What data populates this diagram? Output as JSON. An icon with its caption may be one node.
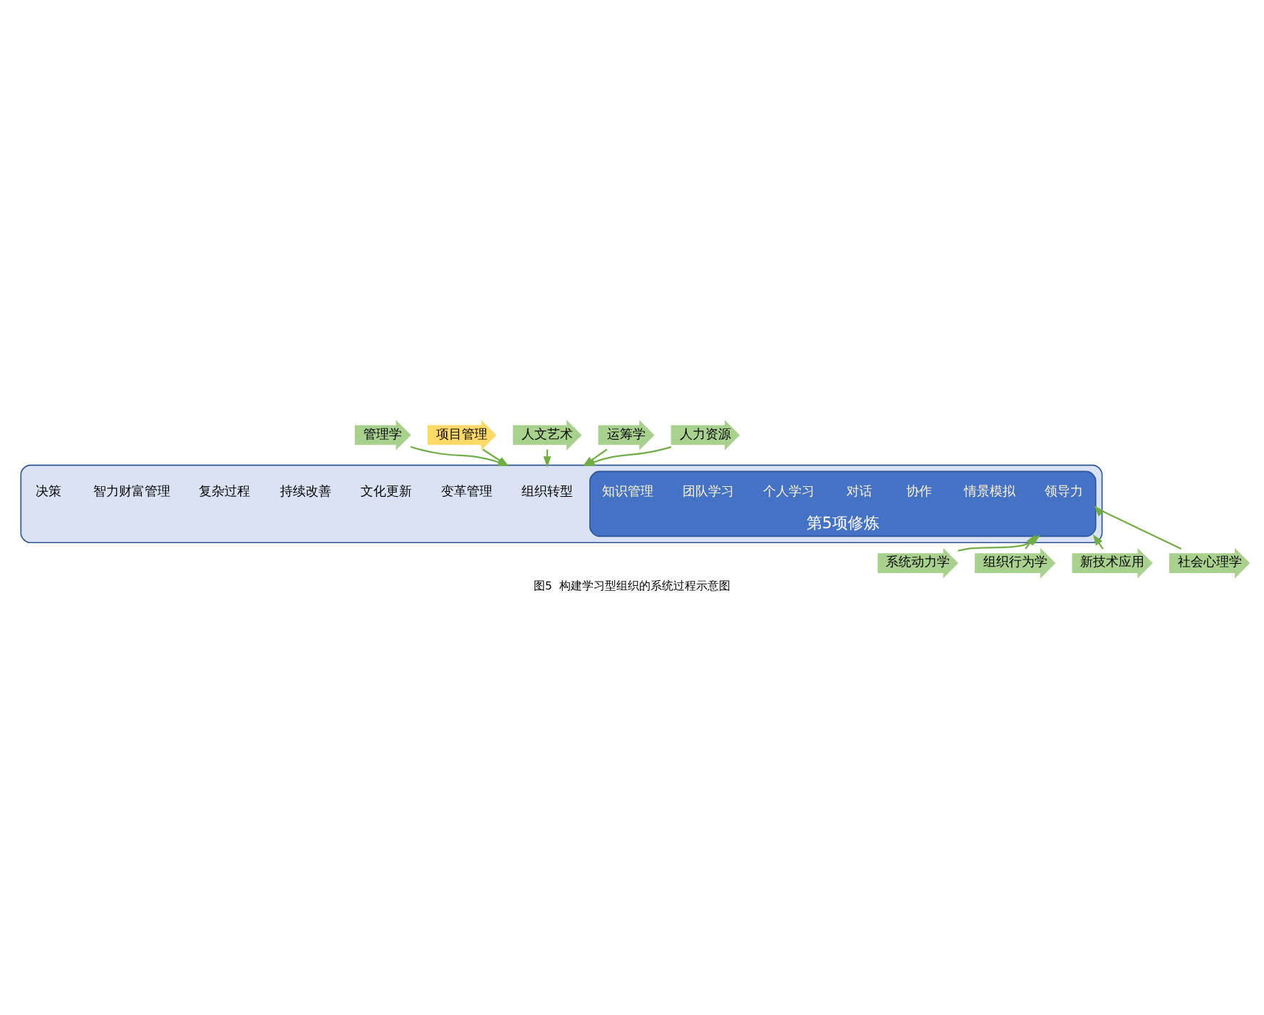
{
  "diagram": {
    "caption": "图5  构建学习型组织的系统过程示意图",
    "nodes": [
      {
        "text": [],
        "shape": "ellipse"
      },
      {
        "text": [
          "组织转型"
        ],
        "in": 0
      },
      {
        "text": [
          "变革管理"
        ],
        "in": 0
      },
      {
        "text": [
          "文化更新"
        ],
        "in": 0
      },
      {
        "text": [
          "持续改善"
        ],
        "in": 0
      },
      {
        "text": [
          "复杂过程"
        ],
        "in": 0
      },
      {
        "text": [
          "智力财富管理"
        ],
        "in": 0
      },
      {
        "text": [
          "决策"
        ],
        "in": 0
      },
      {
        "text": [
          "第5项修炼"
        ],
        "in": 0
      },
      {
        "text": [
          "领导力"
        ],
        "in": 8
      },
      {
        "text": [
          "情景模拟"
        ],
        "in": 8
      },
      {
        "text": [
          "协作"
        ],
        "in": 8
      },
      {
        "text": [
          "对话"
        ],
        "in": 8
      },
      {
        "text": [
          "个人学习"
        ],
        "in": 8
      },
      {
        "text": [
          "团队学习"
        ],
        "in": 8
      },
      {
        "text": [
          "知识管理"
        ],
        "in": 8
      },
      {
        "text": [
          "管理学"
        ]
      },
      {
        "text": [
          "项目管理"
        ]
      },
      {
        "text": [
          "人文艺术"
        ]
      },
      {
        "text": [
          "运筹学"
        ]
      },
      {
        "text": [
          "人力资源"
        ]
      },
      {
        "text": [
          "系统动力学"
        ]
      },
      {
        "text": [
          "组织行为学"
        ]
      },
      {
        "text": [
          "新技术应用"
        ]
      },
      {
        "text": [
          "社会心理学"
        ]
      }
    ],
    "edges": [
      {
        "from": 16,
        "to": 0,
        "arrow": "to"
      },
      {
        "from": 17,
        "to": 0,
        "arrow": "to"
      },
      {
        "from": 18,
        "to": 0,
        "arrow": "to"
      },
      {
        "from": 19,
        "to": 0,
        "arrow": "to"
      },
      {
        "from": 20,
        "to": 0,
        "arrow": "to"
      },
      {
        "from": 21,
        "to": 8,
        "arrow": "to"
      },
      {
        "from": 22,
        "to": 8,
        "arrow": "to"
      },
      {
        "from": 23,
        "to": 8,
        "arrow": "to"
      },
      {
        "from": 24,
        "to": 8,
        "arrow": "to"
      }
    ]
  }
}
